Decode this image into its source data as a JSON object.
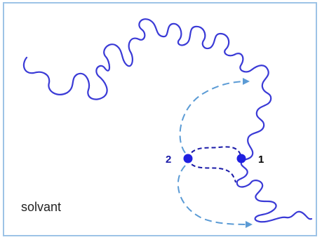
{
  "diagram": {
    "medium_label": "solvant",
    "point_labels": {
      "p1": "1",
      "p2": "2"
    },
    "colors": {
      "frame": "#9dc3e6",
      "chain": "#3a3ad6",
      "point": "#2020e0",
      "dashed_link": "#1a1aa8",
      "arrow": "#5b9bd5",
      "label_2": "#1a1aa8",
      "label_1": "#000000",
      "text": "#222222"
    }
  }
}
